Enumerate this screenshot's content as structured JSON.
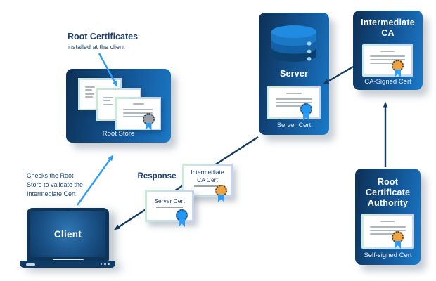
{
  "colors": {
    "navy_text": "#1d3f72",
    "box_dark": "#0d3055",
    "box_bright": "#1b7ac8",
    "arrow_light": "#2e9bf5",
    "arrow_dark": "#133a5f",
    "seal_blue": "#2196f3",
    "seal_orange": "#f0a441",
    "seal_gray": "#9aa1a8",
    "ribbon_blue": "#2e9bf5"
  },
  "annotations": {
    "root_certificates": {
      "title": "Root Certificates",
      "subtitle": "installed at the client"
    },
    "client_note": "Checks the Root\nStore to validate the\nIntermediate Cert"
  },
  "root_store": {
    "label": "Root Store"
  },
  "client": {
    "label": "Client"
  },
  "response": {
    "label": "Response",
    "intermediate_cert_label": "Intermediate\nCA Cert",
    "server_cert_label": "Server Cert"
  },
  "server": {
    "title": "Server",
    "cert_label": "Server Cert",
    "icon": "database-icon"
  },
  "intermediate_ca": {
    "title": "Intermediate\nCA",
    "cert_label": "CA-Signed Cert"
  },
  "root_ca": {
    "title": "Root\nCertificate\nAuthority",
    "cert_label": "Self-signed Cert"
  }
}
